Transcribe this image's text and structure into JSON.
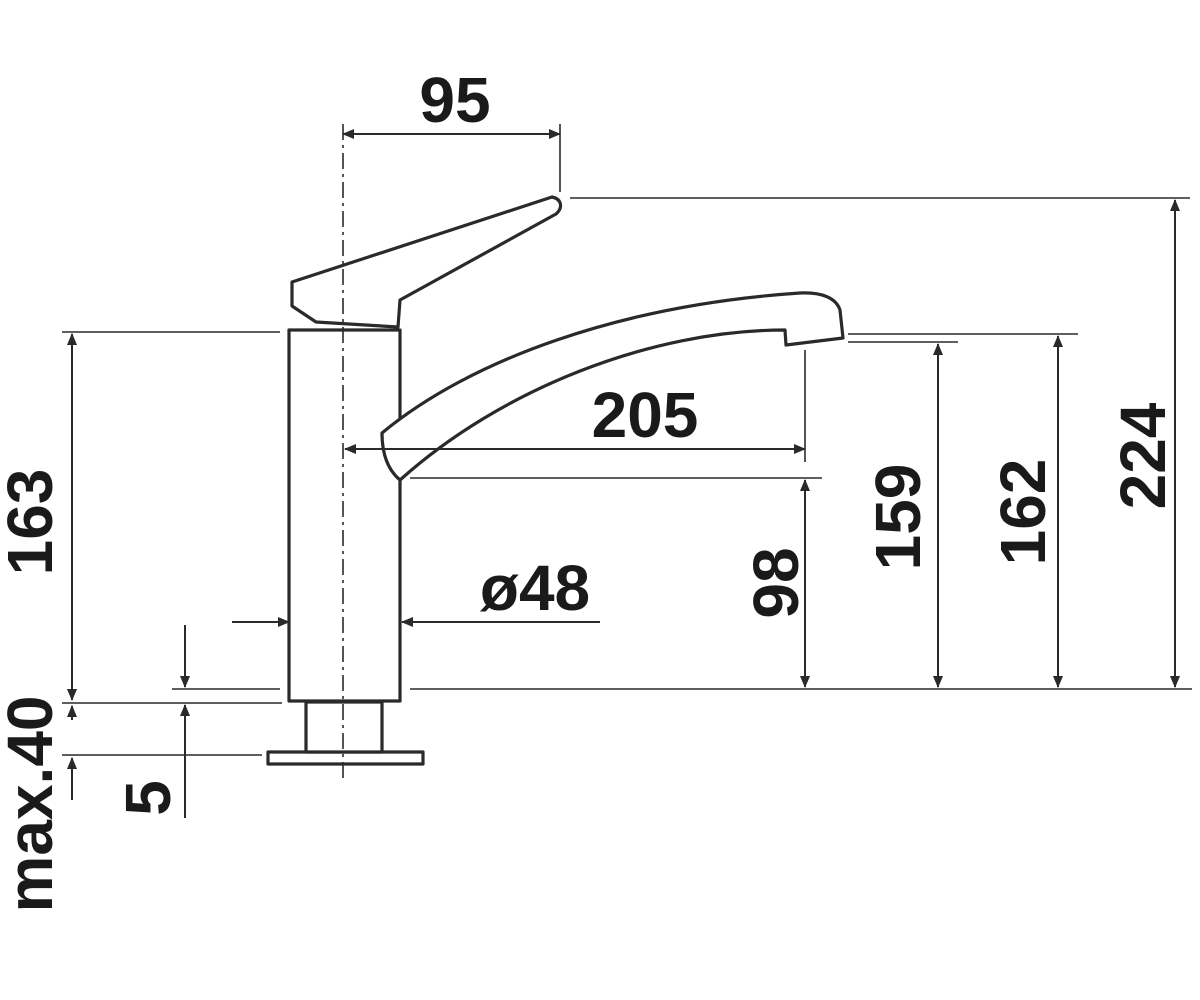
{
  "drawing": {
    "dimensions": {
      "lever_reach": "95",
      "spout_reach": "205",
      "body_diameter": "ø48",
      "body_height": "163",
      "spout_outlet_height": "98",
      "spout_clearance": "159",
      "spout_top_height": "162",
      "total_height": "224",
      "max_countertop": "max.40",
      "base_plate": "5"
    },
    "line_color": "#2a2a2a",
    "background": "#ffffff"
  }
}
